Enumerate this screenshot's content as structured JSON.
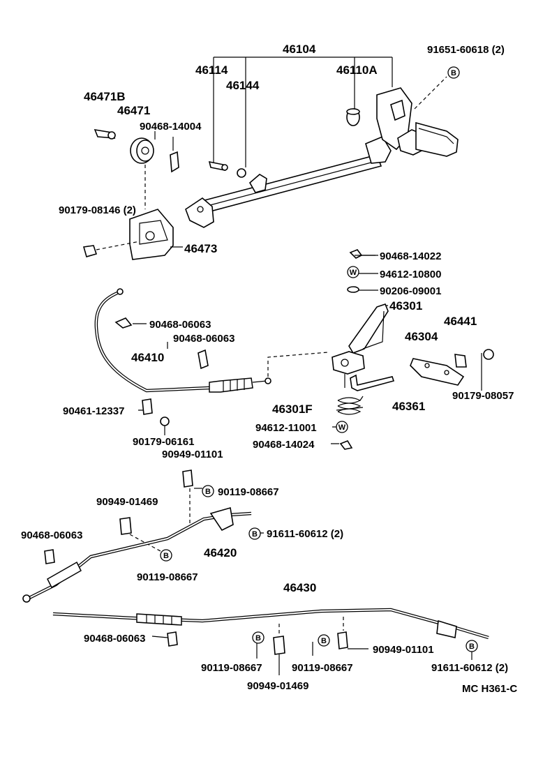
{
  "labels": {
    "p46104": "46104",
    "p46114": "46114",
    "p46144": "46144",
    "p46110A": "46110A",
    "p91651_60618": "91651-60618 (2)",
    "p46471B": "46471B",
    "p46471": "46471",
    "p90468_14004": "90468-14004",
    "p90179_08146": "90179-08146 (2)",
    "p46473": "46473",
    "p90468_14022": "90468-14022",
    "p94612_10800": "94612-10800",
    "p90206_09001": "90206-09001",
    "p46301": "46301",
    "p46441": "46441",
    "p46304": "46304",
    "p90179_08057": "90179-08057",
    "p90468_06063_a": "90468-06063",
    "p90468_06063_b": "90468-06063",
    "p46410": "46410",
    "p90461_12337": "90461-12337",
    "p90179_06161": "90179-06161",
    "p46361": "46361",
    "p46301F": "46301F",
    "p94612_11001": "94612-11001",
    "p90468_14024": "90468-14024",
    "p90949_01101_a": "90949-01101",
    "p90119_08667_a": "90119-08667",
    "p90949_01469_a": "90949-01469",
    "p90468_06063_c": "90468-06063",
    "p91611_60612_a": "91611-60612 (2)",
    "p46420": "46420",
    "p90119_08667_b": "90119-08667",
    "p46430": "46430",
    "p90468_06063_d": "90468-06063",
    "p90119_08667_c": "90119-08667",
    "p90119_08667_d": "90119-08667",
    "p90949_01101_b": "90949-01101",
    "p90949_01469_b": "90949-01469",
    "p91611_60612_b": "91611-60612 (2)",
    "footer": "MC  H361-C"
  },
  "markers": {
    "bolt": "B",
    "washer": "W"
  }
}
